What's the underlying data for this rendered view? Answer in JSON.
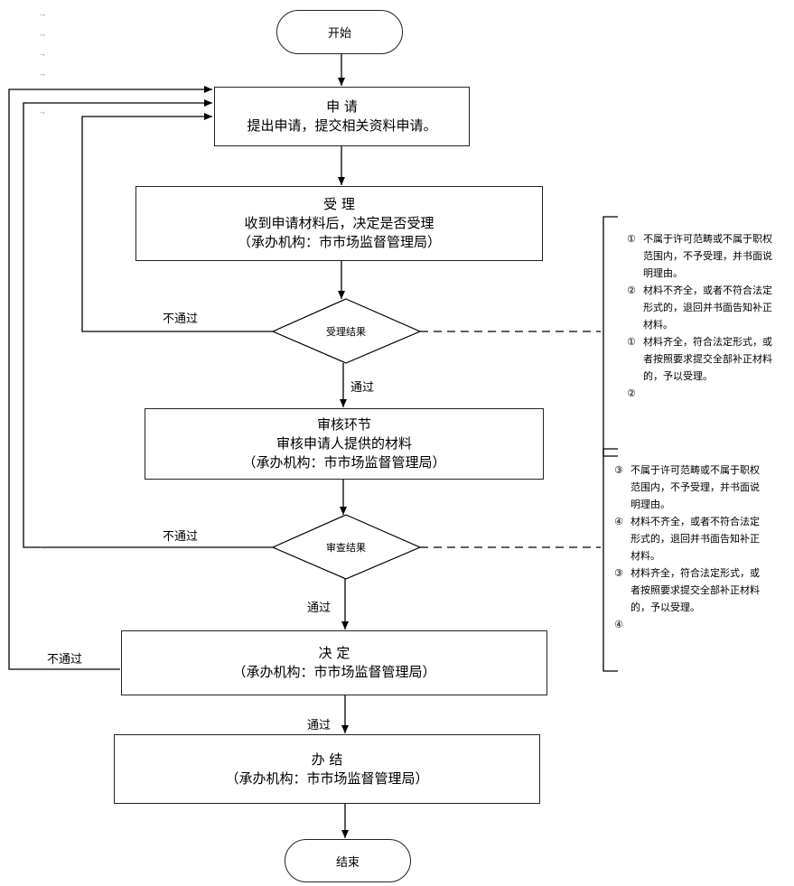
{
  "start": "开始",
  "end": "结束",
  "apply": {
    "title": "申 请",
    "desc": "提出申请，提交相关资料申请。"
  },
  "accept": {
    "title": "受 理",
    "desc": "收到申请材料后，决定是否受理",
    "agency": "（承办机构：市市场监督管理局）"
  },
  "accept_result": "受理结果",
  "review": {
    "title": "审核环节",
    "desc": "审核申请人提供的材料",
    "agency": "（承办机构：市市场监督管理局）"
  },
  "review_result": "审查结果",
  "decision": {
    "title": "决 定",
    "agency": "（承办机构：市市场监督管理局）"
  },
  "finish": {
    "title": "办 结",
    "agency": "（承办机构：市市场监督管理局）"
  },
  "labels": {
    "fail": "不通过",
    "pass": "通过"
  },
  "notes_accept": [
    {
      "num": "①",
      "text": "不属于许可范畴或不属于职权范围内，不予受理，并书面说明理由。"
    },
    {
      "num": "②",
      "text": "材料不齐全，或者不符合法定形式的，退回并书面告知补正材料。"
    },
    {
      "num": "①",
      "text": "材料齐全，符合法定形式，或者按照要求提交全部补正材料的，予以受理。"
    },
    {
      "num": "②",
      "text": ""
    }
  ],
  "notes_review": [
    {
      "num": "③",
      "text": "不属于许可范畴或不属于职权范围内，不予受理，并书面说明理由。"
    },
    {
      "num": "④",
      "text": "材料不齐全，或者不符合法定形式的，退回并书面告知补正材料。"
    },
    {
      "num": "③",
      "text": "材料齐全，符合法定形式，或者按照要求提交全部补正材料的，予以受理。"
    },
    {
      "num": "④",
      "text": ""
    }
  ]
}
